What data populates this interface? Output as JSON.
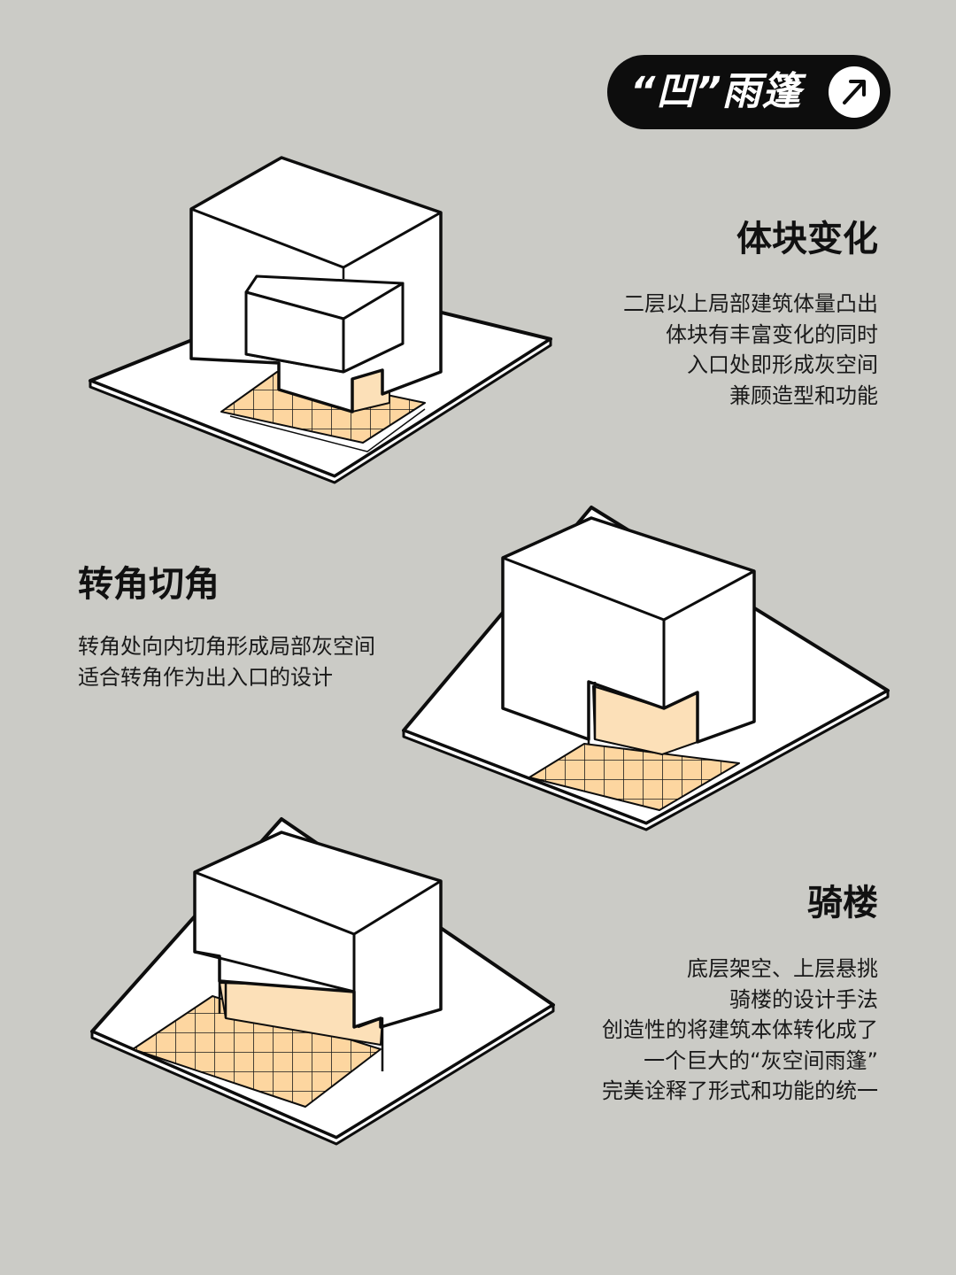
{
  "title": {
    "text": "“凹”雨篷",
    "action_icon": "arrow-up-right-icon"
  },
  "sections": [
    {
      "heading": "体块变化",
      "lines": [
        "二层以上局部建筑体量凸出",
        "体块有丰富变化的同时",
        "入口处即形成灰空间",
        "兼顾造型和功能"
      ]
    },
    {
      "heading": "转角切角",
      "lines": [
        "转角处向内切角形成局部灰空间",
        "适合转角作为出入口的设计"
      ]
    },
    {
      "heading": "骑楼",
      "lines": [
        "底层架空、上层悬挑",
        "骑楼的设计手法",
        "创造性的将建筑本体转化成了",
        "一个巨大的“灰空间雨篷”",
        "完美诠释了形式和功能的统一"
      ]
    }
  ],
  "colors": {
    "background": "#cbcbc6",
    "accent_tile": "#fdd6a0",
    "accent_glow": "#fce0b8",
    "ink": "#0d0d0d",
    "massing": "#ffffff"
  }
}
